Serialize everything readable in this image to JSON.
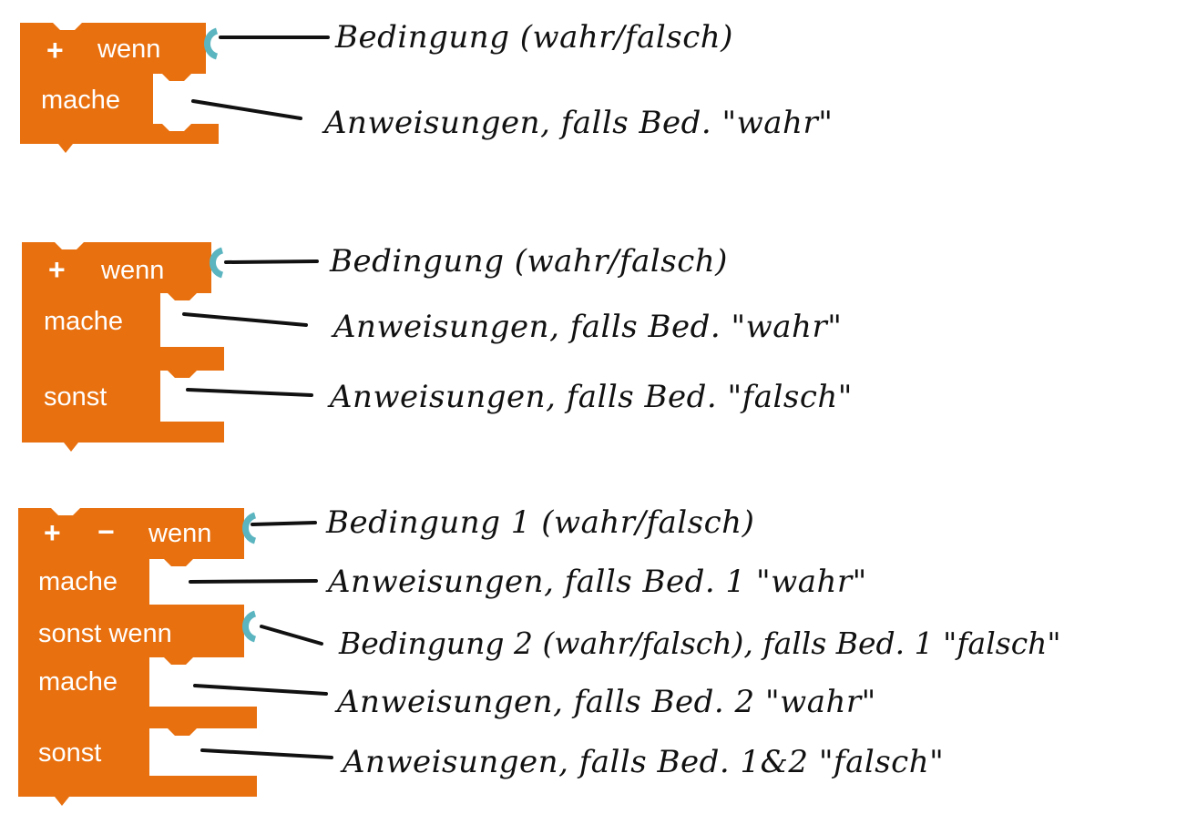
{
  "colors": {
    "block": "#E8700F",
    "input_cap": "#5BB5C0",
    "line": "#111111",
    "text": "#111111"
  },
  "block1": {
    "plus": "+",
    "wenn": "wenn",
    "mache": "mache",
    "notes": {
      "condition": "Bedingung (wahr/falsch)",
      "then": "Anweisungen, falls Bed. \"wahr\""
    }
  },
  "block2": {
    "plus": "+",
    "wenn": "wenn",
    "mache": "mache",
    "sonst": "sonst",
    "notes": {
      "condition": "Bedingung (wahr/falsch)",
      "then": "Anweisungen, falls Bed. \"wahr\"",
      "else": "Anweisungen, falls Bed. \"falsch\""
    }
  },
  "block3": {
    "plus": "+",
    "minus": "−",
    "wenn": "wenn",
    "mache1": "mache",
    "sonst_wenn": "sonst wenn",
    "mache2": "mache",
    "sonst": "sonst",
    "notes": {
      "condition1": "Bedingung 1 (wahr/falsch)",
      "then1": "Anweisungen, falls Bed. 1 \"wahr\"",
      "condition2": "Bedingung 2 (wahr/falsch), falls Bed. 1 \"falsch\"",
      "then2": "Anweisungen, falls Bed. 2 \"wahr\"",
      "else": "Anweisungen, falls Bed. 1&2 \"falsch\""
    }
  }
}
